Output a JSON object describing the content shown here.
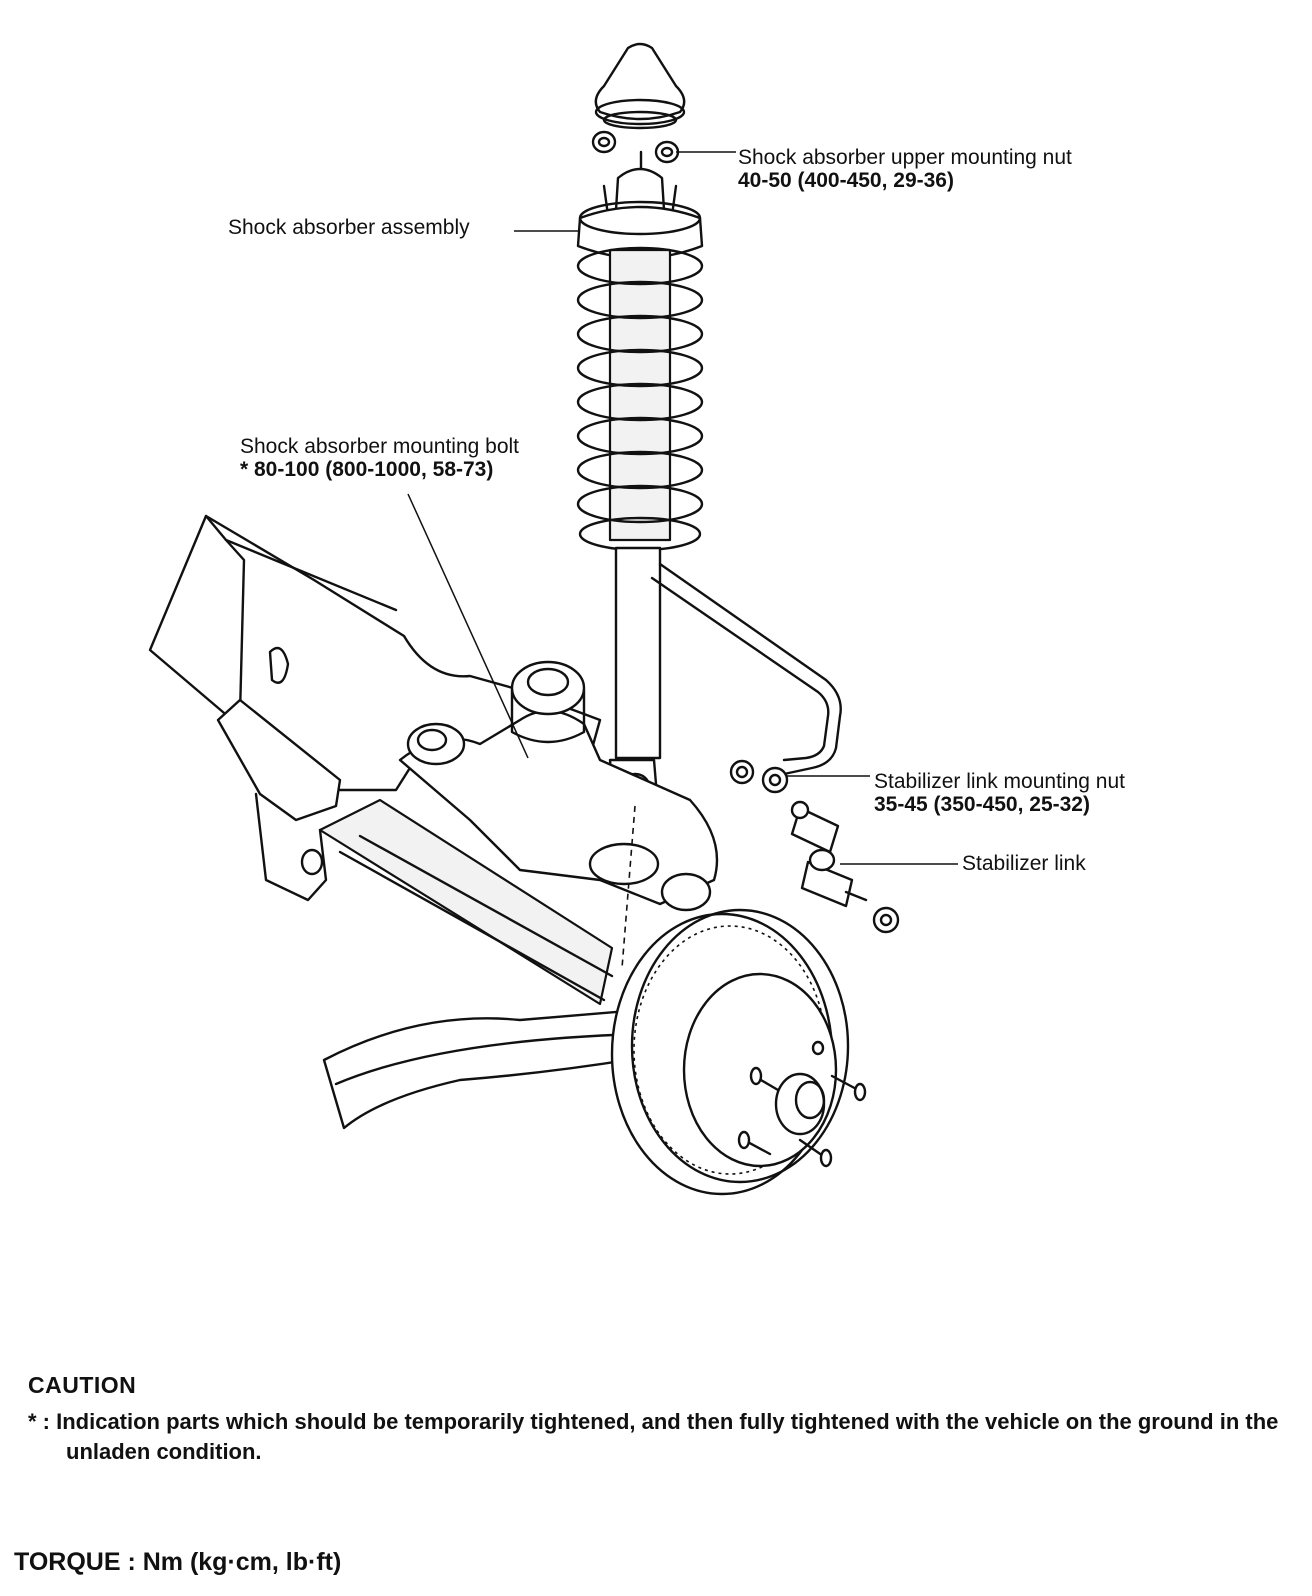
{
  "callouts": {
    "upper_nut": {
      "name": "Shock absorber upper mounting nut",
      "spec": "40-50 (400-450, 29-36)"
    },
    "assembly": {
      "name": "Shock absorber assembly"
    },
    "mounting_bolt": {
      "name": "Shock absorber mounting bolt",
      "spec": "* 80-100 (800-1000, 58-73)"
    },
    "stabilizer_nut": {
      "name": "Stabilizer link mounting nut",
      "spec": "35-45 (350-450, 25-32)"
    },
    "stabilizer_link": {
      "name": "Stabilizer link"
    }
  },
  "caution": {
    "title": "CAUTION",
    "note": "* : Indication parts which should be temporarily tightened, and then fully tightened with the vehicle on the ground in the unladen condition."
  },
  "torque_units": "TORQUE : Nm (kg·cm, lb·ft)"
}
